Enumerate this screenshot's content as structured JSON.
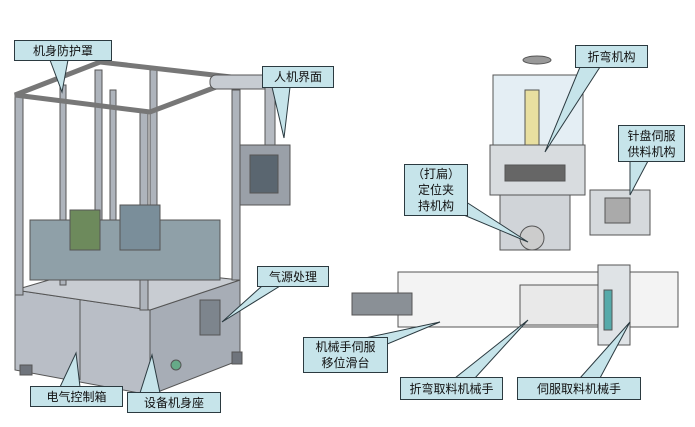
{
  "left_machine": {
    "labels": {
      "guard": "机身防护罩",
      "hmi": "人机界面",
      "air": "气源处理",
      "cabinet": "电气控制箱",
      "base": "设备机身座"
    }
  },
  "right_layout": {
    "labels": {
      "bending": "折弯机构",
      "feeder_l1": "针盘伺服",
      "feeder_l2": "供料机构",
      "clamp_l1": "（打扁）",
      "clamp_l2": "定位夹",
      "clamp_l3": "持机构",
      "slide_l1": "机械手伺服",
      "slide_l2": "移位滑台",
      "bend_pick": "折弯取料机械手",
      "servo_pick": "伺服取料机械手"
    }
  },
  "colors": {
    "callout_fill": "#c6e4ea",
    "frame": "#9aa0a8"
  }
}
